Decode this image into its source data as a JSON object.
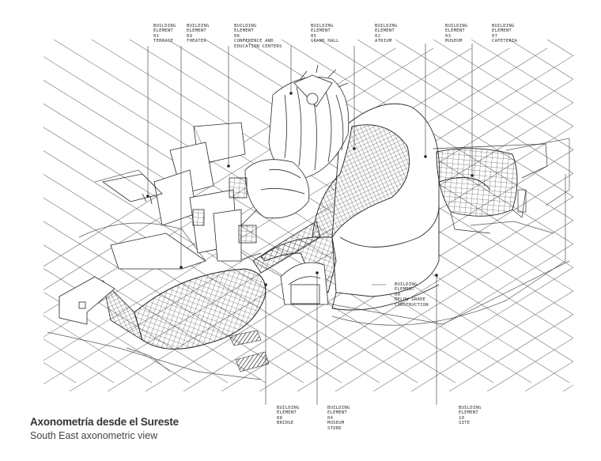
{
  "labels": [
    {
      "id": "terrace",
      "lines": [
        "BUILDING",
        "ELEMENT",
        "01",
        "TERRACE"
      ]
    },
    {
      "id": "theater",
      "lines": [
        "BUILDING",
        "ELEMENT",
        "09",
        "THEATER"
      ]
    },
    {
      "id": "conference",
      "lines": [
        "BUILDING",
        "ELEMENT",
        "06",
        "CONFERENCE AND",
        "EDUCATION CENTERS"
      ]
    },
    {
      "id": "grand-hall",
      "lines": [
        "BUILDING",
        "ELEMENT",
        "05",
        "GRAND HALL"
      ]
    },
    {
      "id": "atrium",
      "lines": [
        "BUILDING",
        "ELEMENT",
        "02",
        "ATRIUM"
      ]
    },
    {
      "id": "museum",
      "lines": [
        "BUILDING",
        "ELEMENT",
        "03",
        "MUSEUM"
      ]
    },
    {
      "id": "cafeteria",
      "lines": [
        "BUILDING",
        "ELEMENT",
        "07",
        "CAFETERIA"
      ]
    },
    {
      "id": "below-grade",
      "lines": [
        "BUILDING",
        "ELEMENT",
        "00",
        "BELOW GRADE",
        "CONSTRUCTION"
      ]
    },
    {
      "id": "bridge",
      "lines": [
        "BUILDING",
        "ELEMENT",
        "08",
        "BRIDGE"
      ]
    },
    {
      "id": "museum-store",
      "lines": [
        "BUILDING",
        "ELEMENT",
        "04",
        "MUSEUM",
        "STORE"
      ]
    },
    {
      "id": "site",
      "lines": [
        "BUILDING",
        "ELEMENT",
        "10",
        "SITE"
      ]
    }
  ],
  "caption": {
    "title": "Axonometría desde el Sureste",
    "subtitle": "South East axonometric view"
  },
  "colors": {
    "line": "#3a3a3a",
    "grid": "#6a6a6a",
    "mesh": "#2a2a2a"
  }
}
